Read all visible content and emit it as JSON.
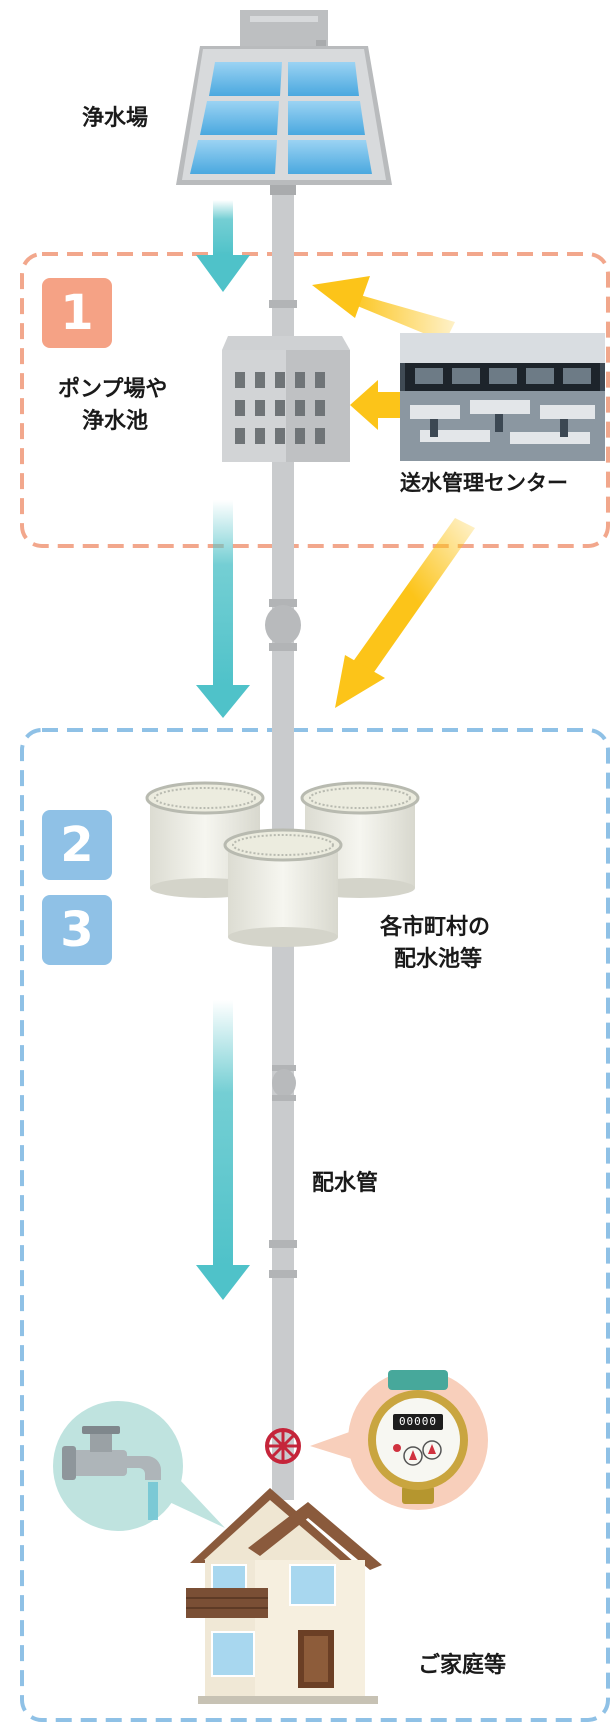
{
  "facilities": {
    "purification_plant": "浄水場",
    "pump_station_line1": "ポンプ場や",
    "pump_station_line2": "浄水池",
    "control_center": "送水管理センター",
    "reservoir_line1": "各市町村の",
    "reservoir_line2": "配水池等",
    "distribution_pipe": "配水管",
    "household": "ご家庭等"
  },
  "zones": [
    {
      "badge": "1",
      "color": "#f5a285"
    },
    {
      "badge": "2",
      "color": "#8fc1e6"
    },
    {
      "badge": "3",
      "color": "#8fc1e6"
    }
  ],
  "meter_digits": "00000",
  "colors": {
    "zone1_border": "#f2a78c",
    "zone2_border": "#8fc1e6",
    "flow_arrow": "#5cc6cc",
    "signal_arrow": "#fcc419",
    "pipe": "#c9cbcd"
  }
}
